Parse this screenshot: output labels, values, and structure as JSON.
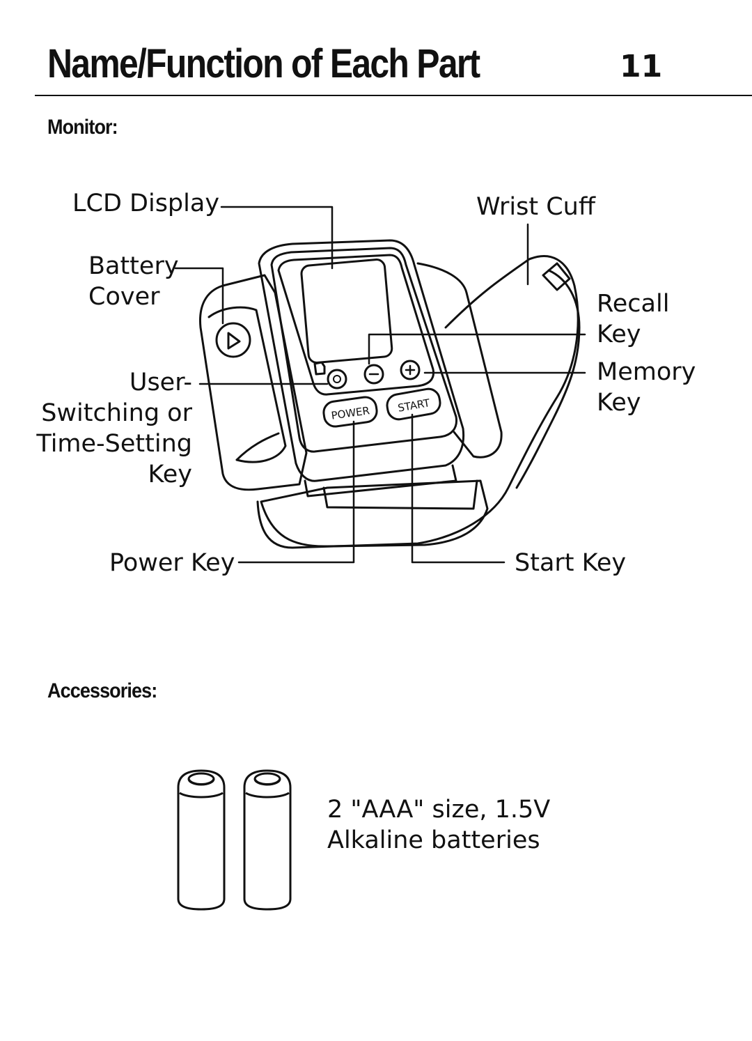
{
  "header": {
    "title": "Name/Function of Each Part",
    "page_number": "11"
  },
  "monitor": {
    "heading": "Monitor:",
    "device_buttons": {
      "power": "POWER",
      "start": "START"
    },
    "callouts": {
      "lcd_display": "LCD Display",
      "battery_cover": [
        "Battery",
        "Cover"
      ],
      "user_switching": [
        "User-",
        "Switching or",
        "Time-Setting",
        "Key"
      ],
      "power_key": "Power Key",
      "wrist_cuff": "Wrist Cuff",
      "recall_key": [
        "Recall",
        "Key"
      ],
      "memory_key": [
        "Memory",
        "Key"
      ],
      "start_key": "Start Key"
    }
  },
  "accessories": {
    "heading": "Accessories:",
    "batteries_description": [
      "2 \"AAA\" size, 1.5V",
      "Alkaline batteries"
    ]
  }
}
